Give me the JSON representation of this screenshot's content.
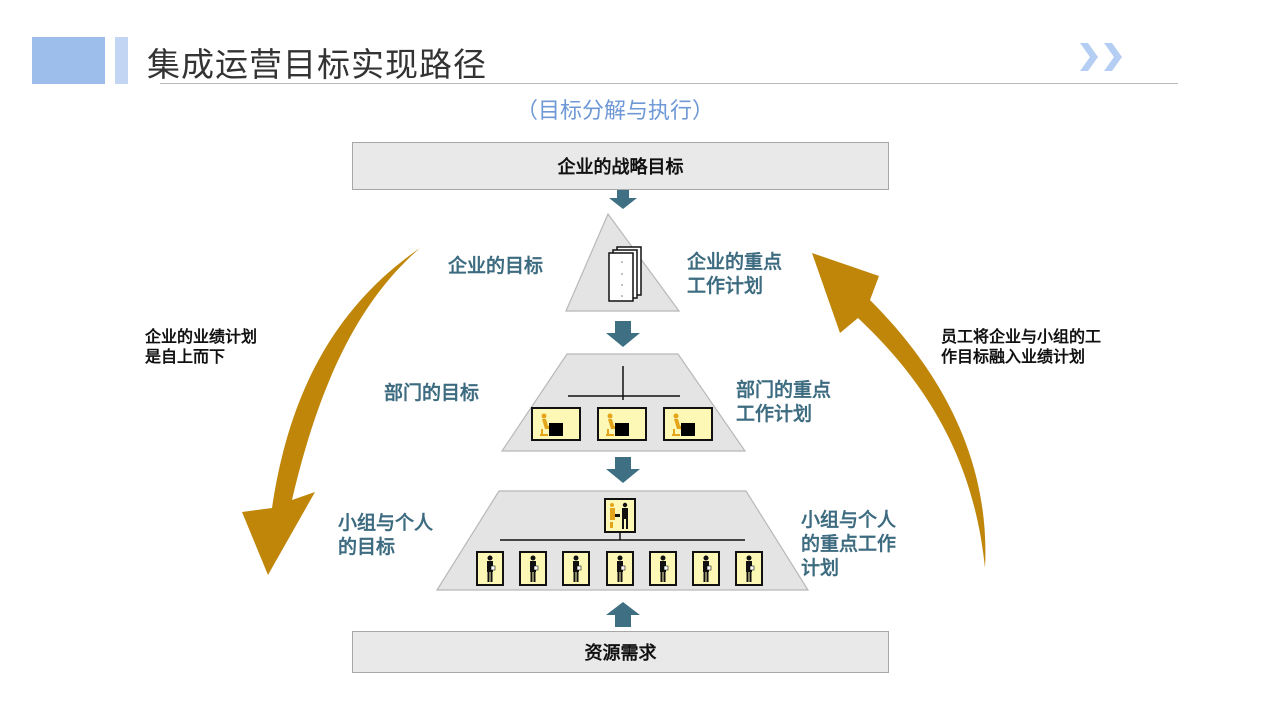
{
  "header": {
    "title": "集成运营目标实现路径",
    "subtitle": "（目标分解与执行）",
    "accent_color": "#9dbdeb",
    "next_icon": "double-chevron-right-icon"
  },
  "diagram": {
    "top_box": "企业的战略目标",
    "bottom_box": "资源需求",
    "levels": [
      {
        "name": "enterprise",
        "left_label": [
          "企业的目标"
        ],
        "right_label": [
          "企业的重点",
          "工作计划"
        ],
        "icon": "documents-icon"
      },
      {
        "name": "department",
        "left_label": [
          "部门的目标"
        ],
        "right_label": [
          "部门的重点",
          "工作计划"
        ],
        "icon_count": 3,
        "icon": "worker-at-desk-icon"
      },
      {
        "name": "team",
        "left_label": [
          "小组与个人",
          "的目标"
        ],
        "right_label": [
          "小组与个人",
          "的重点工作",
          "计划"
        ],
        "leader_icon": "manager-with-worker-icon",
        "icon_count": 7,
        "icon": "person-icon"
      }
    ],
    "left_note": [
      "企业的业绩计划",
      "是自上而下"
    ],
    "right_note": [
      "员工将企业与小组的工",
      "作目标融入业绩计划"
    ],
    "colors": {
      "flow_arrow": "#bf860a",
      "down_arrow": "#3e6f82",
      "label": "#3d6b80",
      "pyramid_fill": "#e4e4e4",
      "icon_fill": "#fdf8b6"
    }
  }
}
